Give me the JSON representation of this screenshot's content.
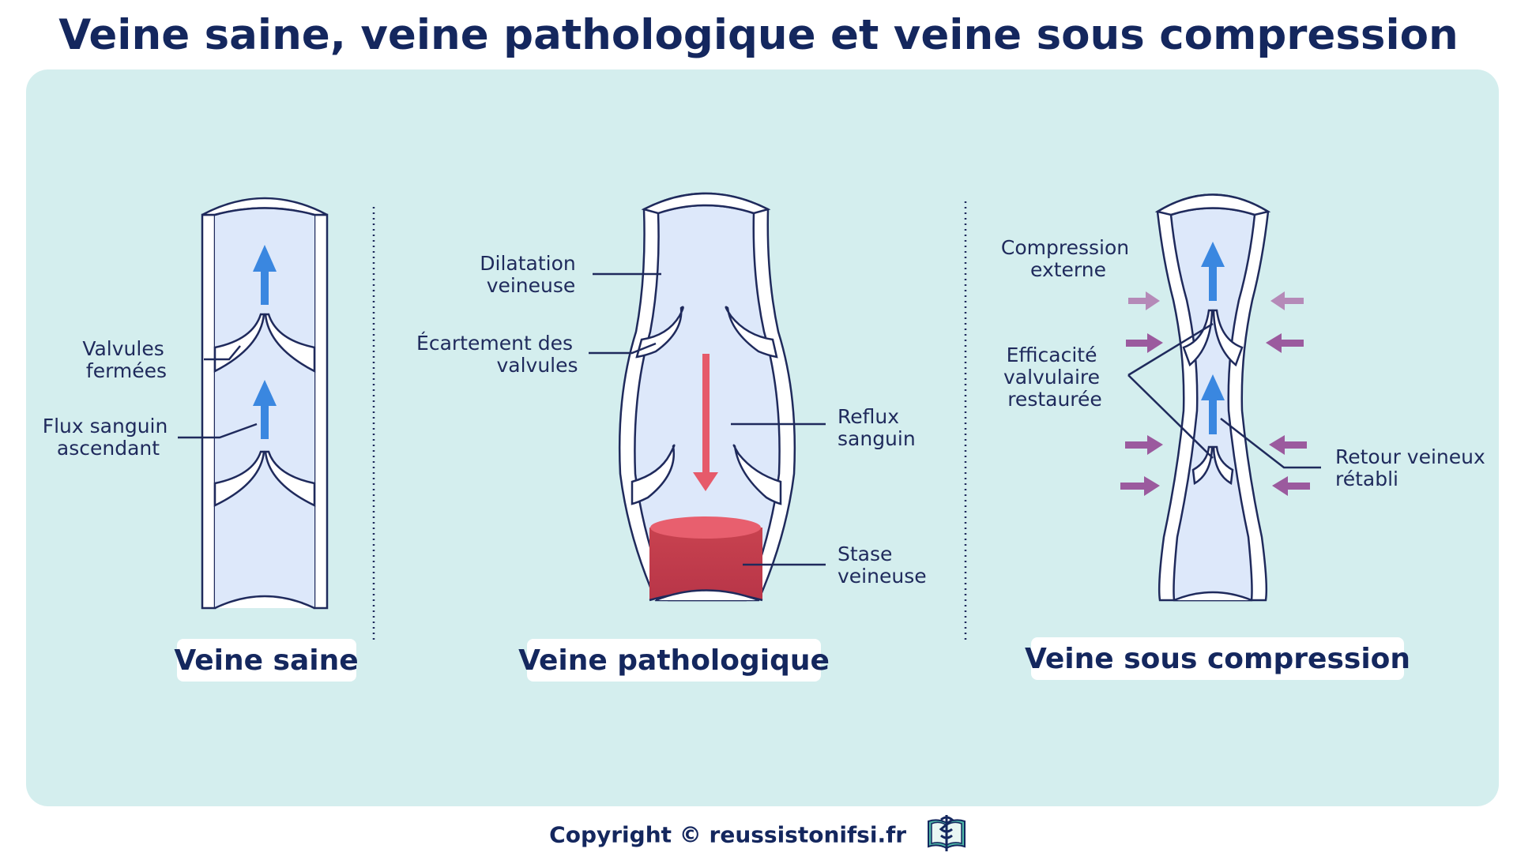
{
  "title": "Veine saine, veine pathologique et veine sous compression",
  "colors": {
    "title": "#14275e",
    "panel": "#d4eeee",
    "vein_fill": "#dde8fa",
    "vein_outline": "#1f2a5c",
    "flow_up": "#3a87e0",
    "reflux": "#e65a6a",
    "stasis": "#c0404f",
    "compression": "#9b5a9e"
  },
  "healthy": {
    "name": "Veine saine",
    "labels": {
      "valves_l1": "Valvules",
      "valves_l2": "fermées",
      "flow_l1": "Flux sanguin",
      "flow_l2": "ascendant"
    },
    "icons": [
      "arrow-up-icon",
      "arrow-up-icon"
    ]
  },
  "pathological": {
    "name": "Veine pathologique",
    "labels": {
      "dilation_l1": "Dilatation",
      "dilation_l2": "veineuse",
      "spread_l1": "Écartement des",
      "spread_l2": "valvules",
      "reflux_l1": "Reflux",
      "reflux_l2": "sanguin",
      "stasis_l1": "Stase",
      "stasis_l2": "veineuse"
    },
    "icons": [
      "arrow-down-icon"
    ]
  },
  "compression": {
    "name": "Veine sous compression",
    "labels": {
      "external_l1": "Compression",
      "external_l2": "externe",
      "valve_eff_l1": "Efficacité",
      "valve_eff_l2": "valvulaire",
      "valve_eff_l3": "restaurée",
      "return_l1": "Retour veineux",
      "return_l2": "rétabli"
    },
    "icons": [
      "arrow-up-icon",
      "arrow-up-icon",
      "arrow-right-icon",
      "arrow-left-icon"
    ]
  },
  "footer": {
    "copyright": "Copyright © reussistonifsi.fr",
    "logo_icon": "book-caduceus-icon"
  }
}
